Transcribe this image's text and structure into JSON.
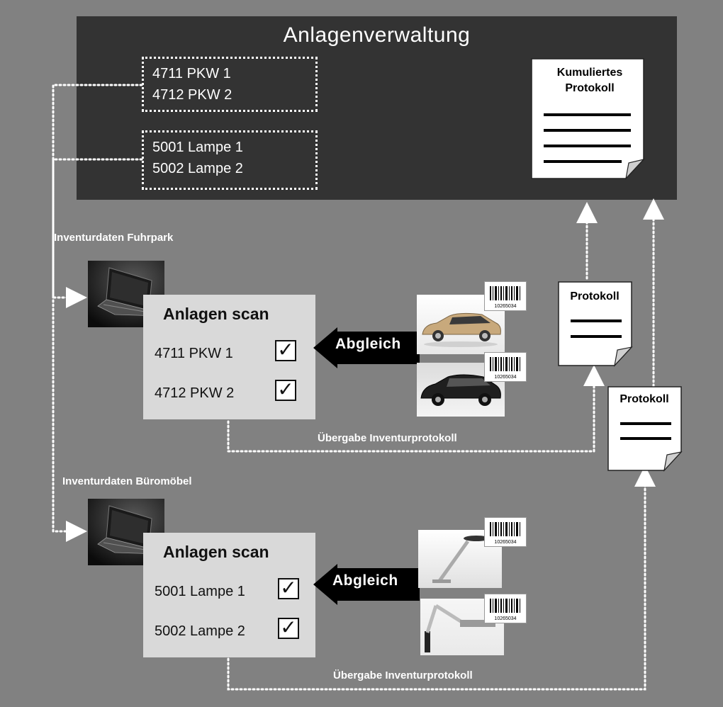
{
  "asset_management": {
    "title": "Anlagenverwaltung",
    "vehicle_list": [
      "4711 PKW  1",
      "4712 PKW  2"
    ],
    "lamp_list": [
      "5001 Lampe 1",
      "5002 Lampe 2"
    ],
    "cumulative_report": {
      "line1": "Kumuliertes",
      "line2": "Protokoll"
    }
  },
  "fleet": {
    "section_label": "Inventurdaten Fuhrpark",
    "scan_title": "Anlagen scan",
    "rows": [
      "4711 PKW  1",
      "4712 PKW  2"
    ],
    "match_label": "Abgleich",
    "barcode_number": "10265034",
    "handover_label": "Übergabe Inventurprotokoll",
    "report_label": "Protokoll"
  },
  "furniture": {
    "section_label": "Inventurdaten Büromöbel",
    "scan_title": "Anlagen scan",
    "rows": [
      "5001 Lampe 1",
      "5002 Lampe 2"
    ],
    "match_label": "Abgleich",
    "barcode_number": "10265034",
    "handover_label": "Übergabe Inventurprotokoll",
    "report_label": "Protokoll"
  },
  "colors": {
    "background": "#818181",
    "panel": "#333333",
    "card": "#d9d9d9",
    "connector": "#ffffff"
  },
  "icons": [
    "laptop-icon",
    "checkmark-icon",
    "document-icon",
    "barcode-icon",
    "car-photo",
    "lamp-photo"
  ]
}
